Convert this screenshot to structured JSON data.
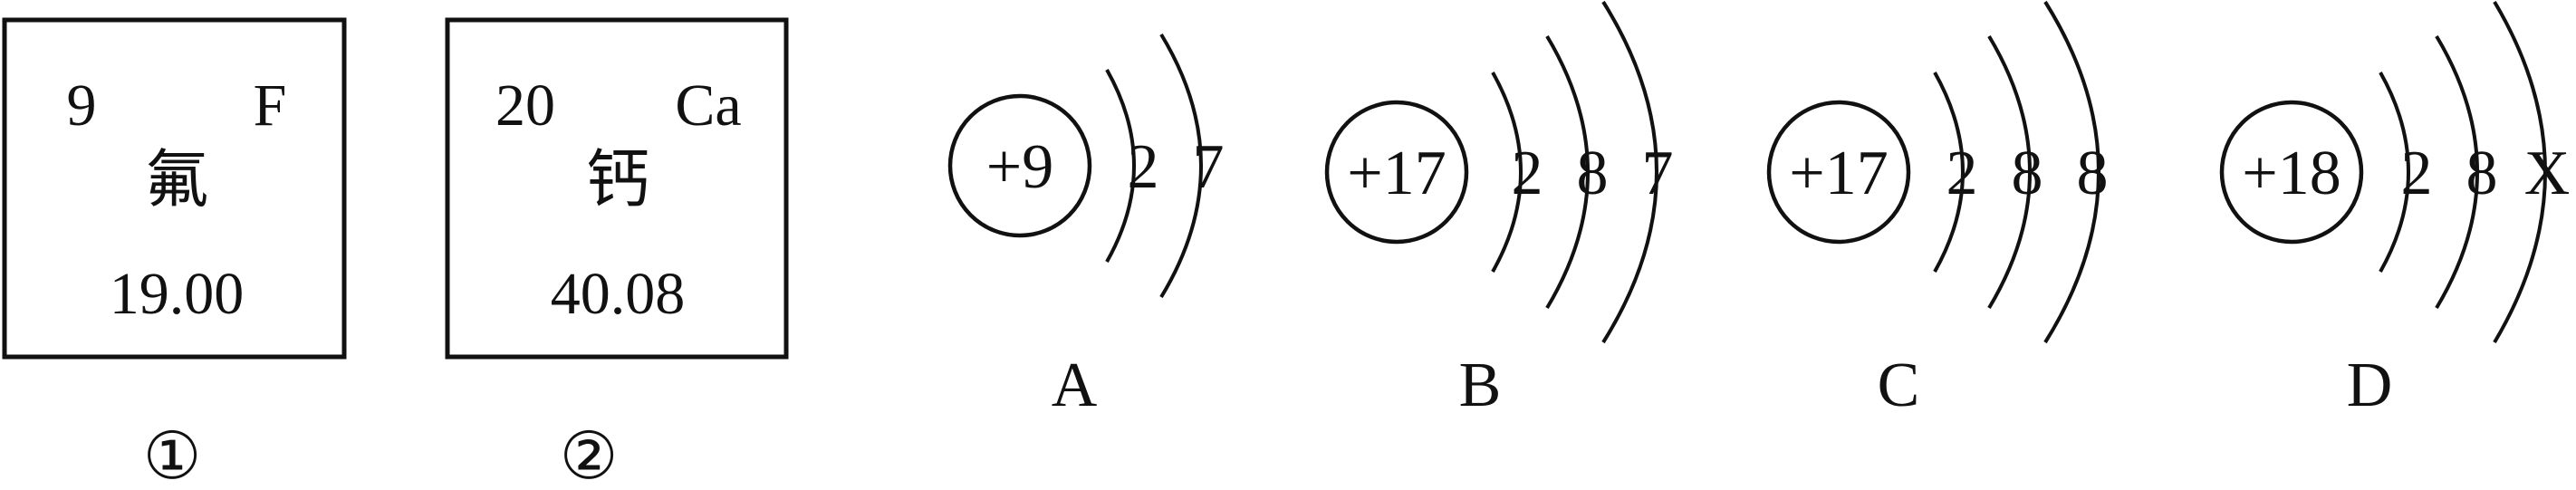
{
  "element_cards": [
    {
      "atomic_number": "9",
      "symbol": "F",
      "name": "氟",
      "mass": "19.00",
      "label": "①"
    },
    {
      "atomic_number": "20",
      "symbol": "Ca",
      "name": "钙",
      "mass": "40.08",
      "label": "②"
    }
  ],
  "atom_diagrams": [
    {
      "nucleus": "+9",
      "shells": [
        "2",
        "7"
      ],
      "label": "A"
    },
    {
      "nucleus": "+17",
      "shells": [
        "2",
        "8",
        "7"
      ],
      "label": "B"
    },
    {
      "nucleus": "+17",
      "shells": [
        "2",
        "8",
        "8"
      ],
      "label": "C"
    },
    {
      "nucleus": "+18",
      "shells": [
        "2",
        "8",
        "X"
      ],
      "label": "D"
    }
  ]
}
